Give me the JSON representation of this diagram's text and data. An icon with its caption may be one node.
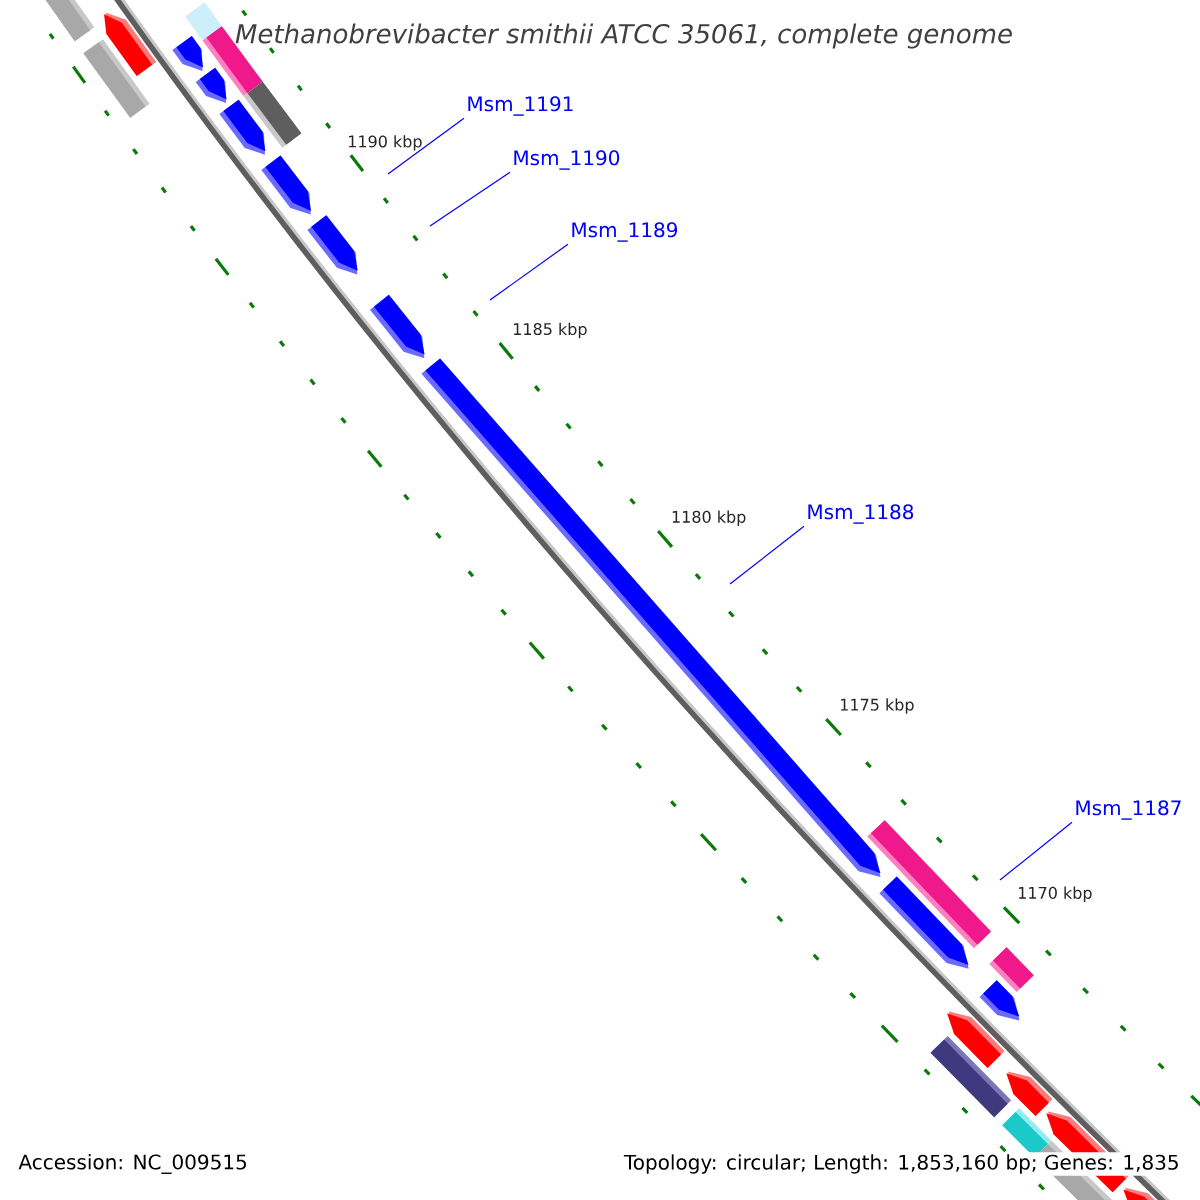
{
  "diagram": {
    "title": "*Methanobrevibacter smithii* ATCC 35061, complete genome",
    "nodes": [
      {
        "text": [
          "Msm_1191"
        ]
      },
      {
        "text": [
          "Msm_1190"
        ]
      },
      {
        "text": [
          "Msm_1189"
        ]
      },
      {
        "text": [
          "Msm_1188"
        ]
      },
      {
        "text": [
          "Msm_1187"
        ]
      }
    ],
    "edges": [
      {
        "from": 0,
        "to": null,
        "arrow": "none"
      },
      {
        "from": 1,
        "to": null,
        "arrow": "none"
      },
      {
        "from": 2,
        "to": null,
        "arrow": "none"
      },
      {
        "from": 3,
        "to": null,
        "arrow": "none"
      },
      {
        "from": 4,
        "to": null,
        "arrow": "none"
      }
    ],
    "labels": [
      "1190 kbp",
      "1185 kbp",
      "1180 kbp",
      "1175 kbp",
      "1170 kbp",
      "Accession: NC_009515",
      "Topology: circular; Length: 1,853,160 bp; Genes: 1,835"
    ]
  }
}
